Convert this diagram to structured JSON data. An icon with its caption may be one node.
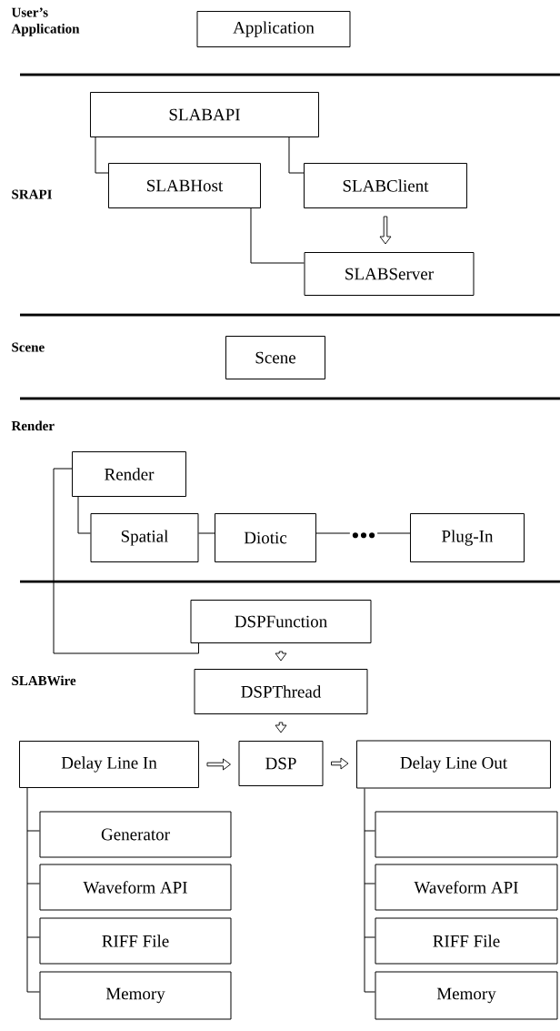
{
  "diagram": {
    "nodes": [
      {
        "text": [
          "Application"
        ]
      },
      {
        "text": [
          "SLABAPI"
        ]
      },
      {
        "text": [
          "SLABHost"
        ]
      },
      {
        "text": [
          "SLABClient"
        ]
      },
      {
        "text": [
          "SLABServer"
        ]
      },
      {
        "text": [
          "Scene"
        ]
      },
      {
        "text": [
          "Render"
        ]
      },
      {
        "text": [
          "Spatial"
        ]
      },
      {
        "text": [
          "Diotic"
        ]
      },
      {
        "text": [
          "Plug-In"
        ]
      },
      {
        "text": [
          "•••"
        ]
      },
      {
        "text": [
          "DSPFunction"
        ]
      },
      {
        "text": [
          "DSPThread"
        ]
      },
      {
        "text": [
          "Delay Line In"
        ]
      },
      {
        "text": [
          "DSP"
        ]
      },
      {
        "text": [
          "Delay Line Out"
        ]
      },
      {
        "text": [
          "Generator"
        ]
      },
      {
        "text": [
          "Waveform API"
        ]
      },
      {
        "text": [
          "RIFF File"
        ]
      },
      {
        "text": [
          "Memory"
        ]
      },
      {
        "text": [],
        "shape": "box"
      },
      {
        "text": [
          "Waveform API"
        ]
      },
      {
        "text": [
          "RIFF File"
        ]
      },
      {
        "text": [
          "Memory"
        ]
      }
    ],
    "edges": [
      {
        "from": 1,
        "to": 2,
        "arrow": "none"
      },
      {
        "from": 1,
        "to": 3,
        "arrow": "none"
      },
      {
        "from": 3,
        "to": 4,
        "arrow": "to"
      },
      {
        "from": 2,
        "to": 4,
        "arrow": "none"
      },
      {
        "from": 6,
        "to": 7,
        "arrow": "none"
      },
      {
        "from": 7,
        "to": 8,
        "arrow": "none"
      },
      {
        "from": 8,
        "to": 10,
        "arrow": "none"
      },
      {
        "from": 10,
        "to": 9,
        "arrow": "none"
      },
      {
        "from": 6,
        "to": 11,
        "arrow": "none"
      },
      {
        "from": 11,
        "to": 12,
        "arrow": "to"
      },
      {
        "from": 12,
        "to": 14,
        "arrow": "to"
      },
      {
        "from": 13,
        "to": 14,
        "arrow": "to"
      },
      {
        "from": 14,
        "to": 15,
        "arrow": "to"
      },
      {
        "from": 13,
        "to": 16,
        "arrow": "none"
      },
      {
        "from": 13,
        "to": 17,
        "arrow": "none"
      },
      {
        "from": 13,
        "to": 18,
        "arrow": "none"
      },
      {
        "from": 13,
        "to": 19,
        "arrow": "none"
      },
      {
        "from": 15,
        "to": 20,
        "arrow": "none"
      },
      {
        "from": 15,
        "to": 21,
        "arrow": "none"
      },
      {
        "from": 15,
        "to": 22,
        "arrow": "none"
      },
      {
        "from": 15,
        "to": 23,
        "arrow": "none"
      }
    ],
    "labels": [
      "User’s Application",
      "SRAPI",
      "Scene",
      "Render",
      "SLABWire"
    ]
  }
}
